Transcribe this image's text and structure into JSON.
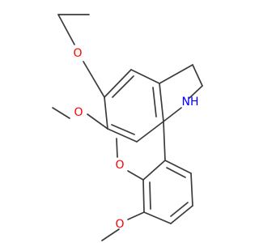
{
  "molecule": {
    "labels": {
      "o_ethoxy": "O",
      "o_methoxy_upper": "O",
      "nh": "NH",
      "o_methoxy_3": "O",
      "o_methoxy_4": "O"
    },
    "colors": {
      "bond": "#3b3b3b",
      "oxygen": "#ff0000",
      "nitrogen": "#0000ff"
    }
  }
}
